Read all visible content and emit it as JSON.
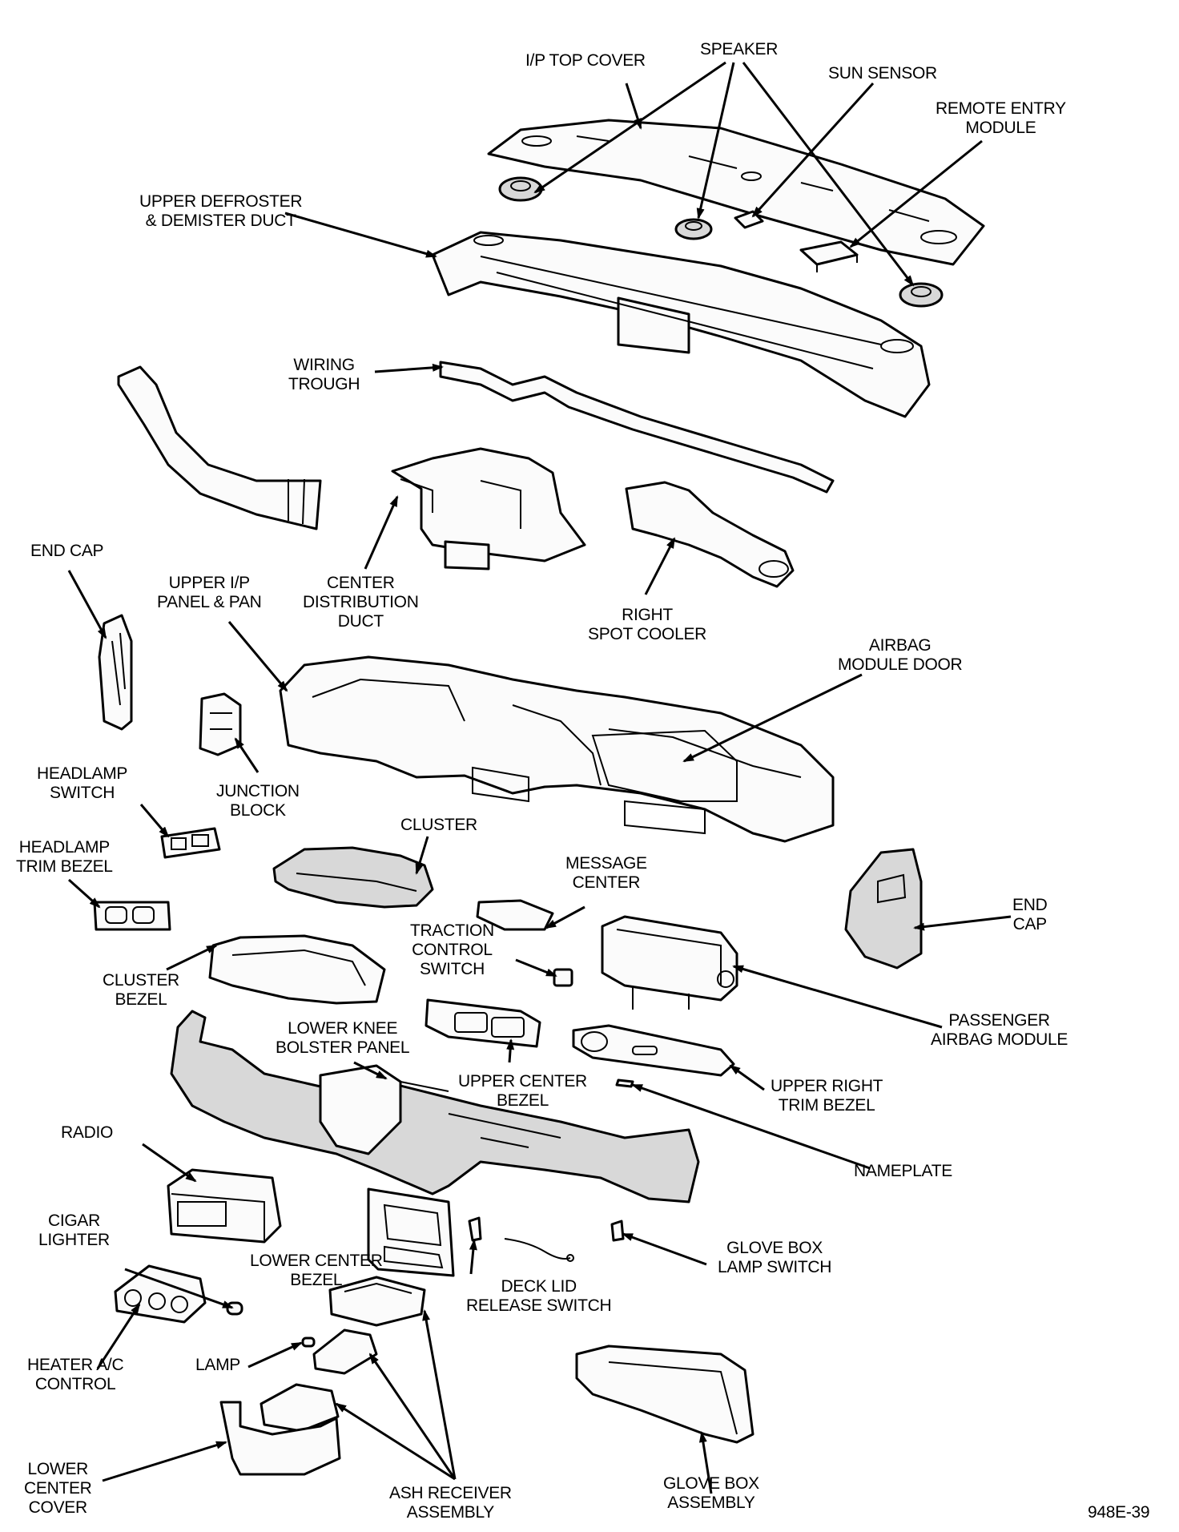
{
  "labels": {
    "ip_top_cover": [
      "I/P TOP COVER"
    ],
    "speaker": [
      "SPEAKER"
    ],
    "sun_sensor": [
      "SUN SENSOR"
    ],
    "remote_entry_module": [
      "REMOTE ENTRY",
      "MODULE"
    ],
    "upper_defroster": [
      "UPPER DEFROSTER",
      "& DEMISTER DUCT"
    ],
    "wiring_trough": [
      "WIRING",
      "TROUGH"
    ],
    "end_cap_left": [
      "END CAP"
    ],
    "upper_ip_panel": [
      "UPPER I/P",
      "PANEL & PAN"
    ],
    "center_distribution_duct": [
      "CENTER",
      "DISTRIBUTION",
      "DUCT"
    ],
    "right_spot_cooler": [
      "RIGHT",
      "SPOT COOLER"
    ],
    "airbag_module_door": [
      "AIRBAG",
      "MODULE DOOR"
    ],
    "headlamp_switch": [
      "HEADLAMP",
      "SWITCH"
    ],
    "junction_block": [
      "JUNCTION",
      "BLOCK"
    ],
    "cluster": [
      "CLUSTER"
    ],
    "headlamp_trim_bezel": [
      "HEADLAMP",
      "TRIM BEZEL"
    ],
    "message_center": [
      "MESSAGE",
      "CENTER"
    ],
    "end_cap_right": [
      "END",
      "CAP"
    ],
    "traction_control_switch": [
      "TRACTION",
      "CONTROL",
      "SWITCH"
    ],
    "cluster_bezel": [
      "CLUSTER",
      "BEZEL"
    ],
    "passenger_airbag_module": [
      "PASSENGER",
      "AIRBAG MODULE"
    ],
    "lower_knee_bolster": [
      "LOWER KNEE",
      "BOLSTER PANEL"
    ],
    "upper_center_bezel": [
      "UPPER CENTER",
      "BEZEL"
    ],
    "upper_right_trim_bezel": [
      "UPPER RIGHT",
      "TRIM BEZEL"
    ],
    "radio": [
      "RADIO"
    ],
    "nameplate": [
      "NAMEPLATE"
    ],
    "cigar_lighter": [
      "CIGAR",
      "LIGHTER"
    ],
    "glove_box_lamp_switch": [
      "GLOVE BOX",
      "LAMP SWITCH"
    ],
    "lower_center_bezel": [
      "LOWER CENTER",
      "BEZEL"
    ],
    "deck_lid_release_switch": [
      "DECK LID",
      "RELEASE SWITCH"
    ],
    "heater_ac_control": [
      "HEATER A/C",
      "CONTROL"
    ],
    "lamp": [
      "LAMP"
    ],
    "lower_center_cover": [
      "LOWER",
      "CENTER",
      "COVER"
    ],
    "ash_receiver_assembly": [
      "ASH RECEIVER",
      "ASSEMBLY"
    ],
    "glove_box_assembly": [
      "GLOVE BOX",
      "ASSEMBLY"
    ]
  },
  "figure_id": "948E-39"
}
